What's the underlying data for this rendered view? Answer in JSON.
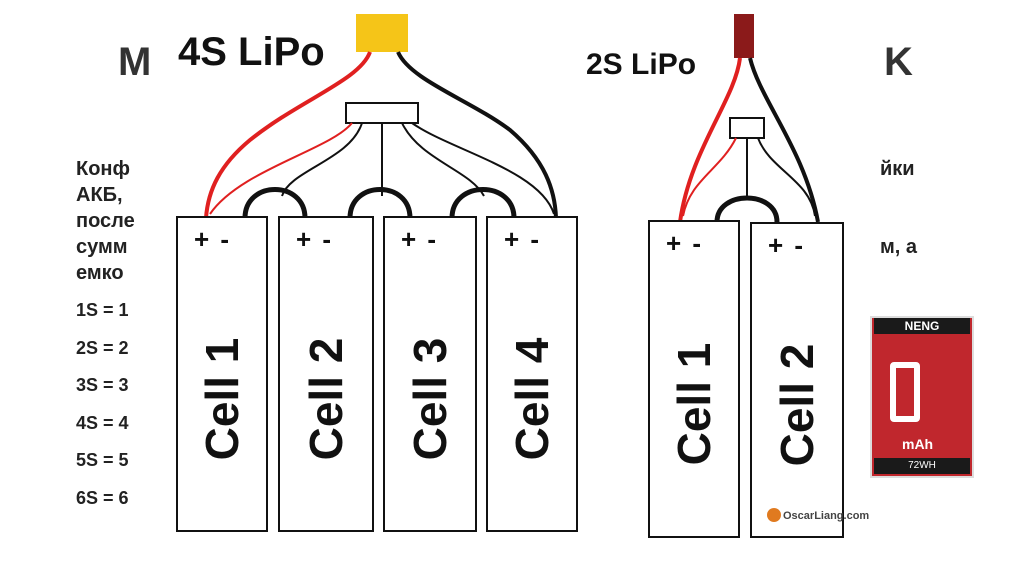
{
  "background": {
    "title_left": "M",
    "title_right": "K",
    "para_lines": [
      "Конф",
      "АКБ,",
      "после",
      "сумм",
      "емко"
    ],
    "para_right_lines": [
      "йки",
      "",
      "",
      "м, а"
    ],
    "list": [
      "1S = 1",
      "2S = 2",
      "3S = 3",
      "4S = 4",
      "5S = 5",
      "6S = 6"
    ]
  },
  "pack4s": {
    "title": "4S LiPo",
    "connector_color": "#F5C518",
    "cells": [
      {
        "label": "Cell 1",
        "terminals": "+ -"
      },
      {
        "label": "Cell 2",
        "terminals": "+ -"
      },
      {
        "label": "Cell 3",
        "terminals": "+ -"
      },
      {
        "label": "Cell 4",
        "terminals": "+ -"
      }
    ]
  },
  "pack2s": {
    "title": "2S LiPo",
    "connector_color": "#8B1A1A",
    "cells": [
      {
        "label": "Cell 1",
        "terminals": "+ -"
      },
      {
        "label": "Cell 2",
        "terminals": "+ -"
      }
    ]
  },
  "battery_photo": {
    "brand": "NENG",
    "capacity_unit": "mAh",
    "energy": "72WH"
  },
  "watermark": "OscarLiang.com",
  "colors": {
    "positive_wire": "#E02020",
    "negative_wire": "#111111",
    "balance_wire": "#555555"
  }
}
